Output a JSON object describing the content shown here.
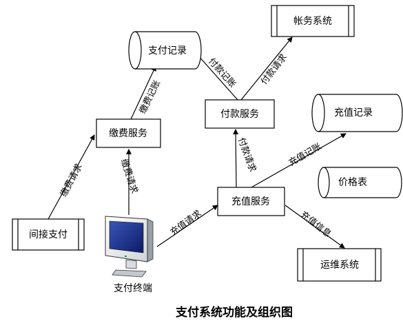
{
  "title": "支付系统功能及组织图",
  "nodes": {
    "accounting_system": "帐务系统",
    "payment_records": "支付记录",
    "payment_service": "付款服务",
    "recharge_records": "充值记录",
    "fee_service": "缴费服务",
    "price_table": "价格表",
    "recharge_service": "充值服务",
    "indirect_payment": "间接支付",
    "ops_system": "运维系统",
    "payment_terminal": "支付终端"
  },
  "edges": {
    "payment_accounting": "付款记账",
    "payment_request_to_accounting": "付款请求",
    "fee_accounting": "缴费记账",
    "fee_request_from_indirect": "缴费请求",
    "fee_request_from_terminal": "缴费请求",
    "payment_request_from_recharge": "付款请求",
    "recharge_accounting": "充值记账",
    "recharge_request": "充值请求",
    "recharge_info": "充值信息"
  }
}
